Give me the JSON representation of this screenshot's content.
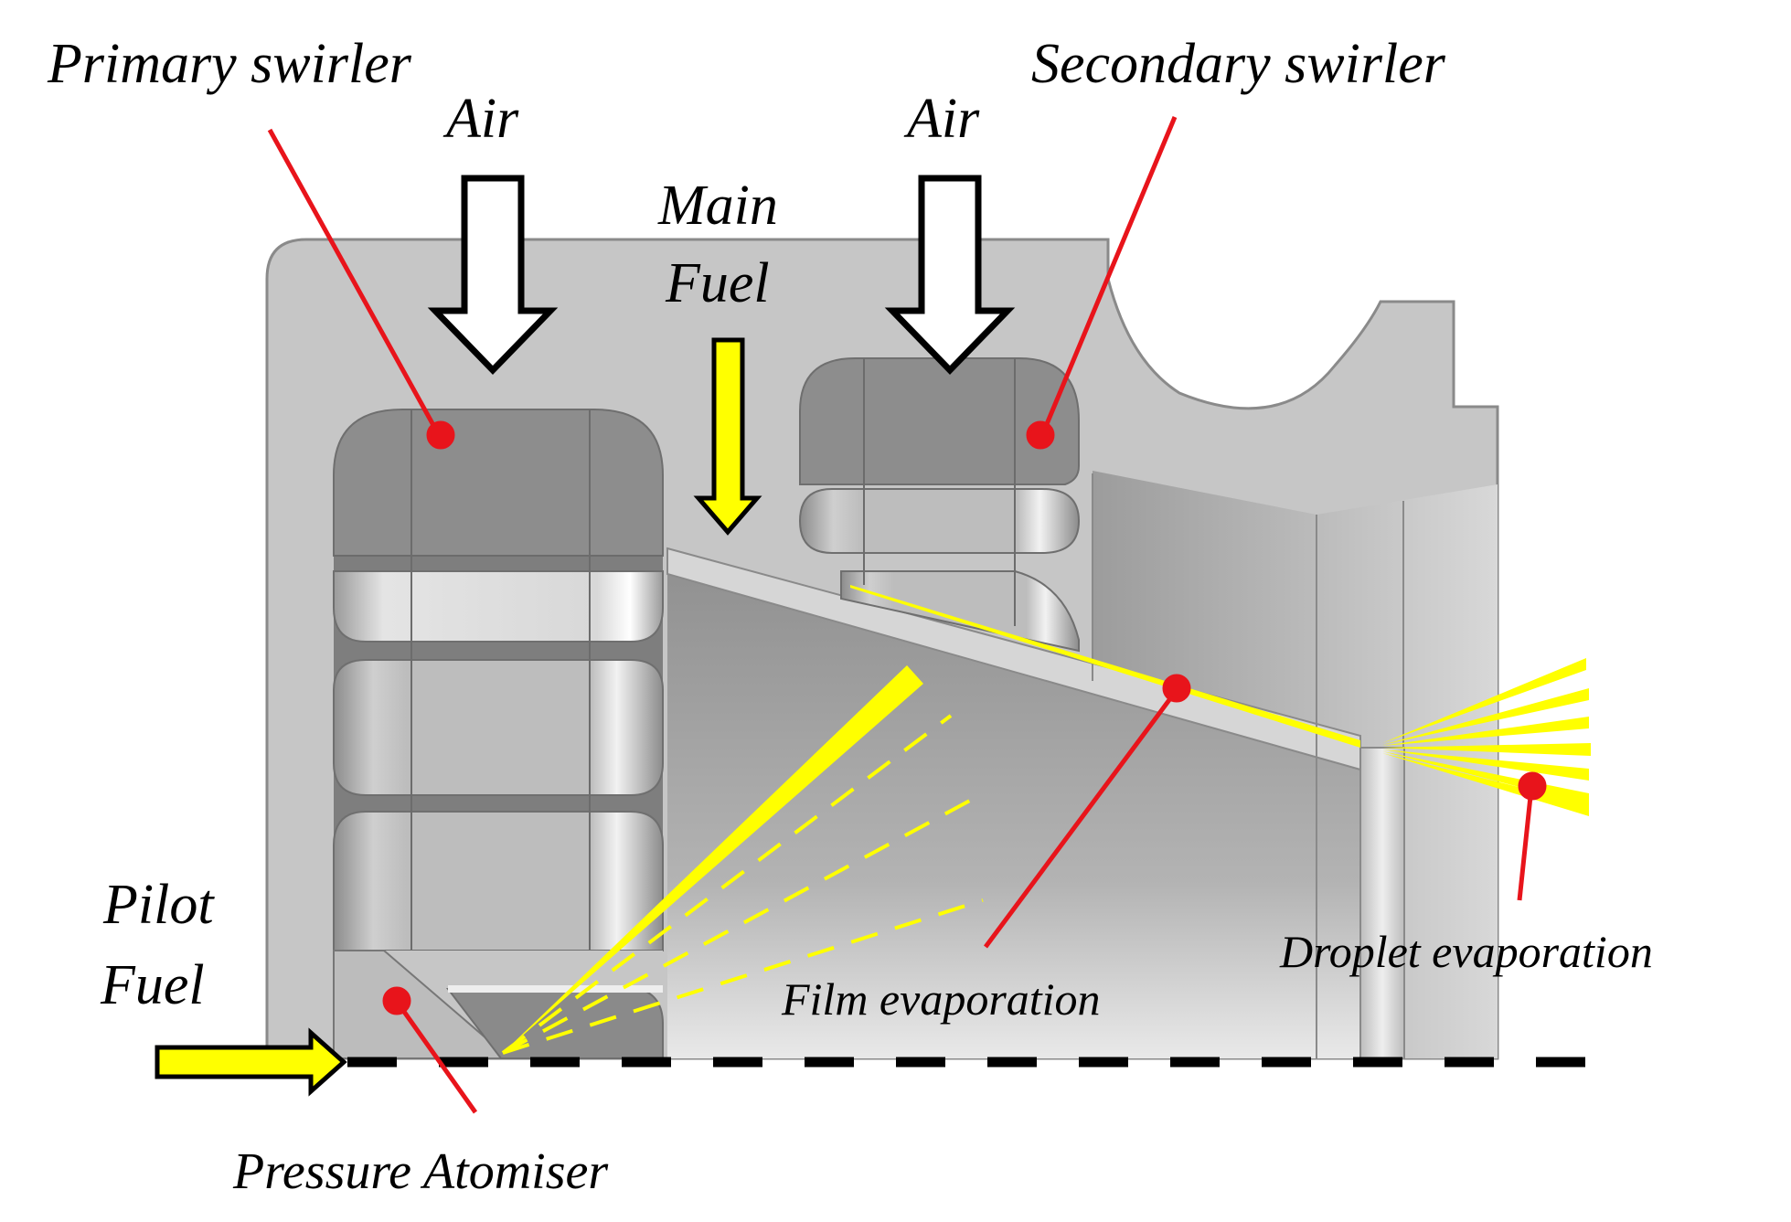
{
  "labels": {
    "primary_swirler": "Primary swirler",
    "secondary_swirler": "Secondary swirler",
    "air_primary": "Air",
    "air_secondary": "Air",
    "main_fuel_line1": "Main",
    "main_fuel_line2": "Fuel",
    "pilot_fuel_line1": "Pilot",
    "pilot_fuel_line2": "Fuel",
    "film_evaporation": "Film evaporation",
    "droplet_evaporation": "Droplet evaporation",
    "pressure_atomiser": "Pressure Atomiser"
  },
  "colors": {
    "leader": "#e8141b",
    "fuel": "#ffff00",
    "body": "#c6c6c6",
    "body_dark": "#a5a5a5",
    "passage": "#8d8d8d",
    "centerline": "#000000"
  }
}
